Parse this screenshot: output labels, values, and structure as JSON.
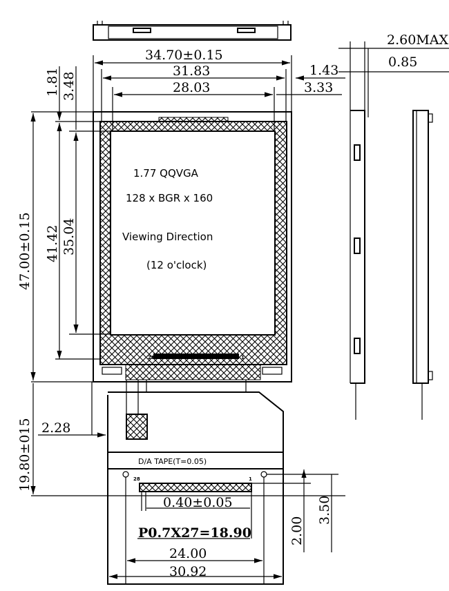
{
  "display": {
    "size_type": "1.77  QQVGA",
    "resolution": "128 x BGR x 160",
    "viewing_label": "Viewing Direction",
    "viewing_value": "(12 o'clock)"
  },
  "fpc": {
    "tape_label": "D/A TAPE(T=0.05)",
    "pin_first": "1",
    "pin_last": "28",
    "pad_first": "1",
    "pad_last": "28"
  },
  "dimensions": {
    "outline_width": "34.70±0.15",
    "glass_width": "31.83",
    "active_width": "28.03",
    "right_margin_glass": "1.43",
    "right_margin_active": "3.33",
    "thickness_max": "2.60MAX",
    "glass_thickness": "0.85",
    "top_margin_glass": "1.81",
    "top_margin_active": "3.48",
    "outline_height": "47.00±0.15",
    "glass_height": "41.42",
    "active_height": "35.04",
    "fpc_length": "19.80±015",
    "fpc_offset": "2.28",
    "pin_width": "0.40±0.05",
    "pitch_total": "P0.7X27=18.90",
    "connector_width": "24.00",
    "fpc_width": "30.92",
    "hole_offset": "2.00",
    "fpc_tail": "3.50"
  }
}
